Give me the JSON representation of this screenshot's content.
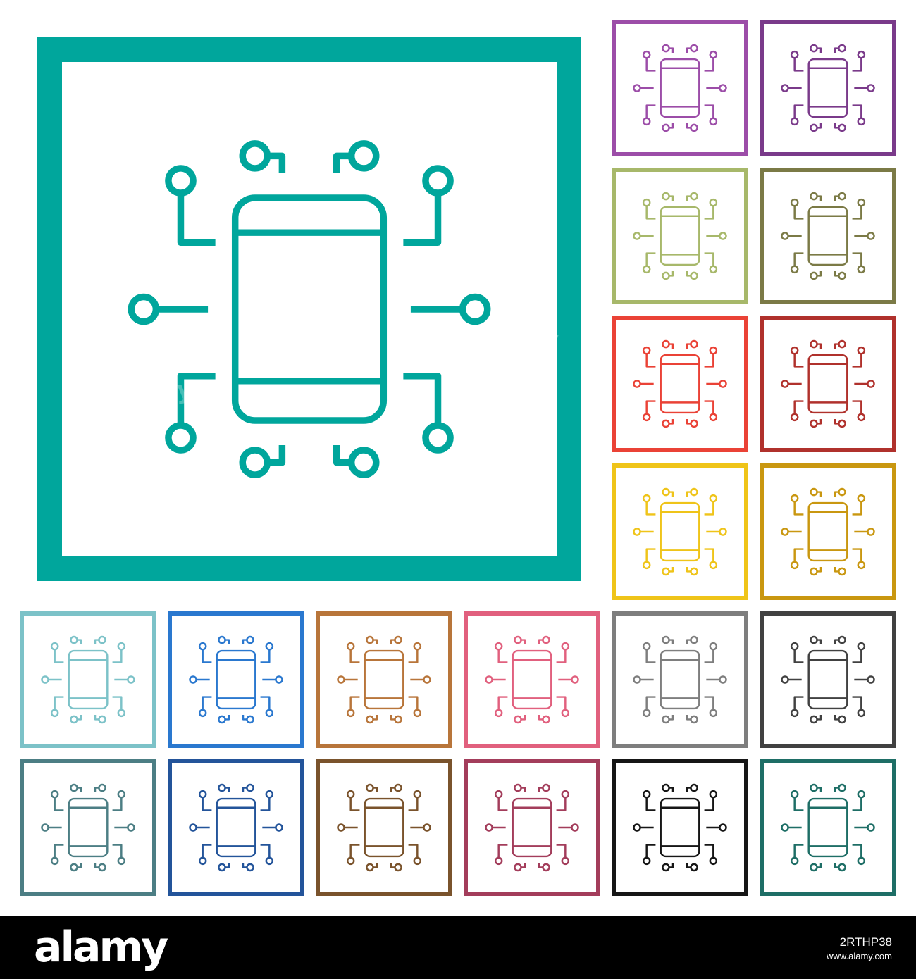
{
  "icon": {
    "name": "smartphone-circuit-icon"
  },
  "main_tile": {
    "color": "#00a69c"
  },
  "palette_tiles": [
    {
      "color": "#9c4da8"
    },
    {
      "color": "#7a3a8a"
    },
    {
      "color": "#a7b86a"
    },
    {
      "color": "#7b7a46"
    },
    {
      "color": "#ea4236"
    },
    {
      "color": "#b0312c"
    },
    {
      "color": "#efc419"
    },
    {
      "color": "#c99710"
    },
    {
      "color": "#7cc2c8"
    },
    {
      "color": "#2a78cf"
    },
    {
      "color": "#b8753a"
    },
    {
      "color": "#e1607e"
    },
    {
      "color": "#7e7e7e"
    },
    {
      "color": "#414141"
    },
    {
      "color": "#4c7e84"
    },
    {
      "color": "#23549a"
    },
    {
      "color": "#7a532c"
    },
    {
      "color": "#a33d5b"
    },
    {
      "color": "#161616"
    },
    {
      "color": "#1e6e66"
    }
  ],
  "watermark": {
    "text": "alamy"
  },
  "footer": {
    "logo": "alamy",
    "image_id": "2RTHP38",
    "url": "www.alamy.com"
  }
}
